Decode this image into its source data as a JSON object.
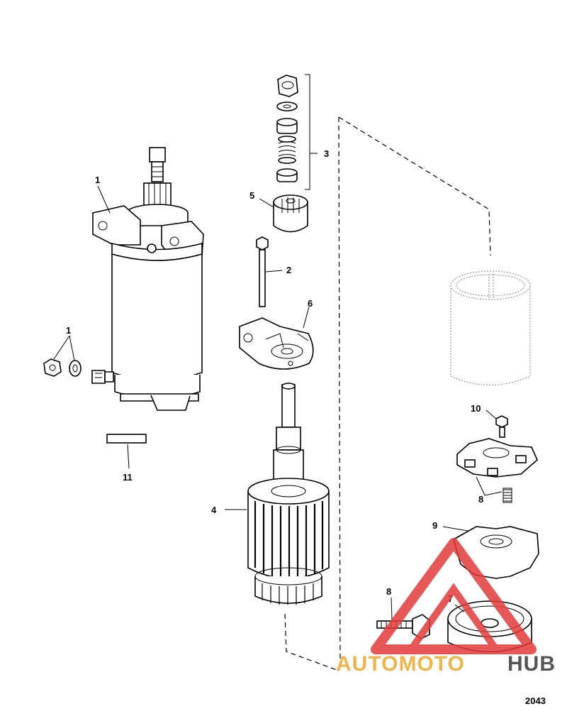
{
  "diagram": {
    "callouts": {
      "starter_motor": "1",
      "nut_washer": "1",
      "thru_bolt": "2",
      "drive_kit": "3",
      "armature": "4",
      "pinion_gear": "5",
      "drive_end_cap": "6",
      "commutator_end_cap": "7",
      "brush_spring": "8",
      "brush_screw": "8",
      "brush_holder": "9",
      "screw": "10",
      "label_decal": "11"
    },
    "figure_number": "2043"
  },
  "watermark": {
    "text_auto": "AUTOMOTO",
    "text_hub": "HUB",
    "colors": {
      "triangle": "#e23a3a",
      "text_auto": "#f0b44a",
      "text_hub": "#555555"
    }
  }
}
